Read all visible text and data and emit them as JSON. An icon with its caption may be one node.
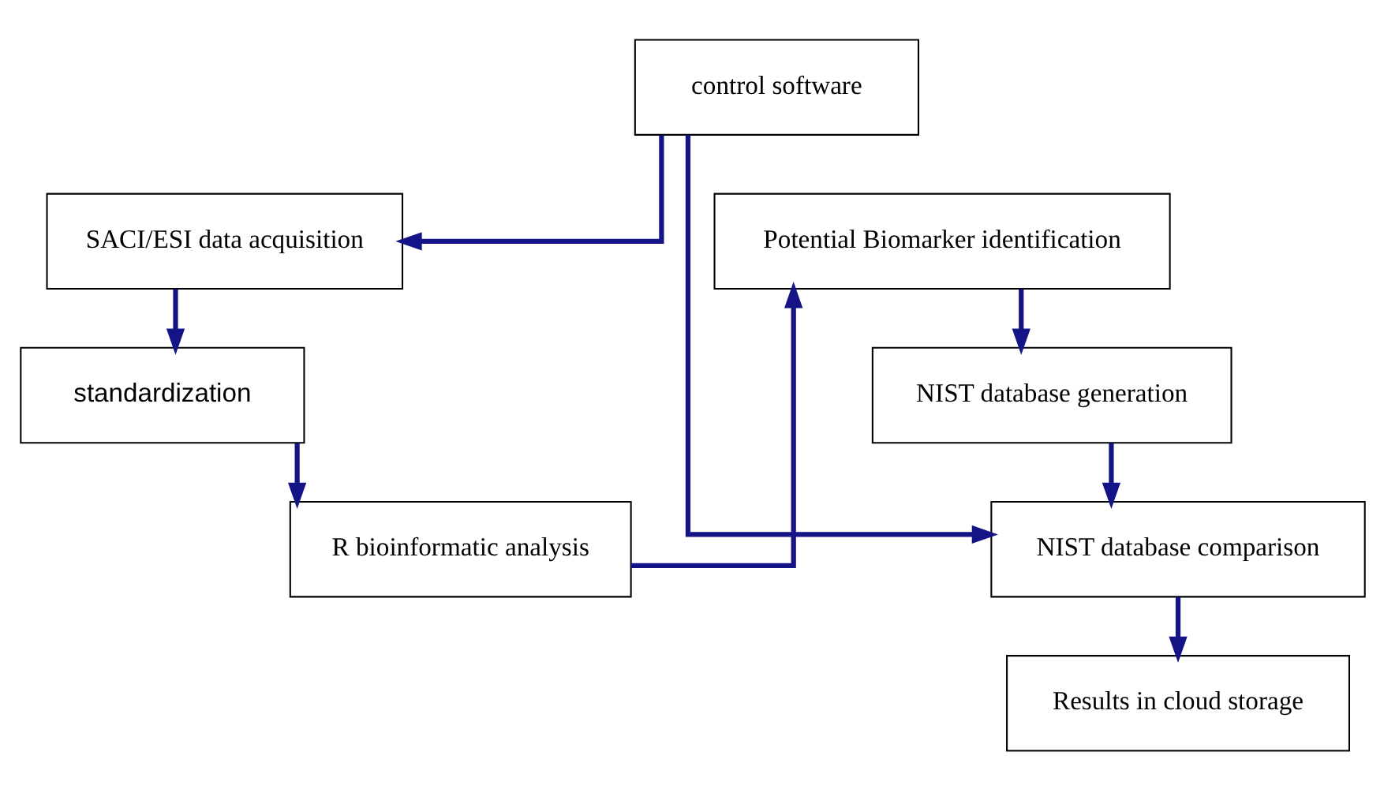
{
  "diagram": {
    "nodes": [
      {
        "text": [
          "control software"
        ]
      },
      {
        "text": [
          "SACI/ESI data acquisition"
        ]
      },
      {
        "text": [
          "standardization"
        ]
      },
      {
        "text": [
          "R bioinformatic analysis"
        ]
      },
      {
        "text": [
          "Potential Biomarker identification"
        ]
      },
      {
        "text": [
          "NIST database generation"
        ]
      },
      {
        "text": [
          "NIST database comparison"
        ]
      },
      {
        "text": [
          "Results in cloud storage"
        ]
      }
    ],
    "edges": [
      {
        "from": 0,
        "to": 1,
        "arrow": "to"
      },
      {
        "from": 1,
        "to": 2,
        "arrow": "to"
      },
      {
        "from": 2,
        "to": 3,
        "arrow": "to"
      },
      {
        "from": 3,
        "to": 4,
        "arrow": "to"
      },
      {
        "from": 4,
        "to": 5,
        "arrow": "to"
      },
      {
        "from": 5,
        "to": 6,
        "arrow": "to"
      },
      {
        "from": 0,
        "to": 6,
        "arrow": "to"
      },
      {
        "from": 6,
        "to": 7,
        "arrow": "to"
      }
    ]
  }
}
